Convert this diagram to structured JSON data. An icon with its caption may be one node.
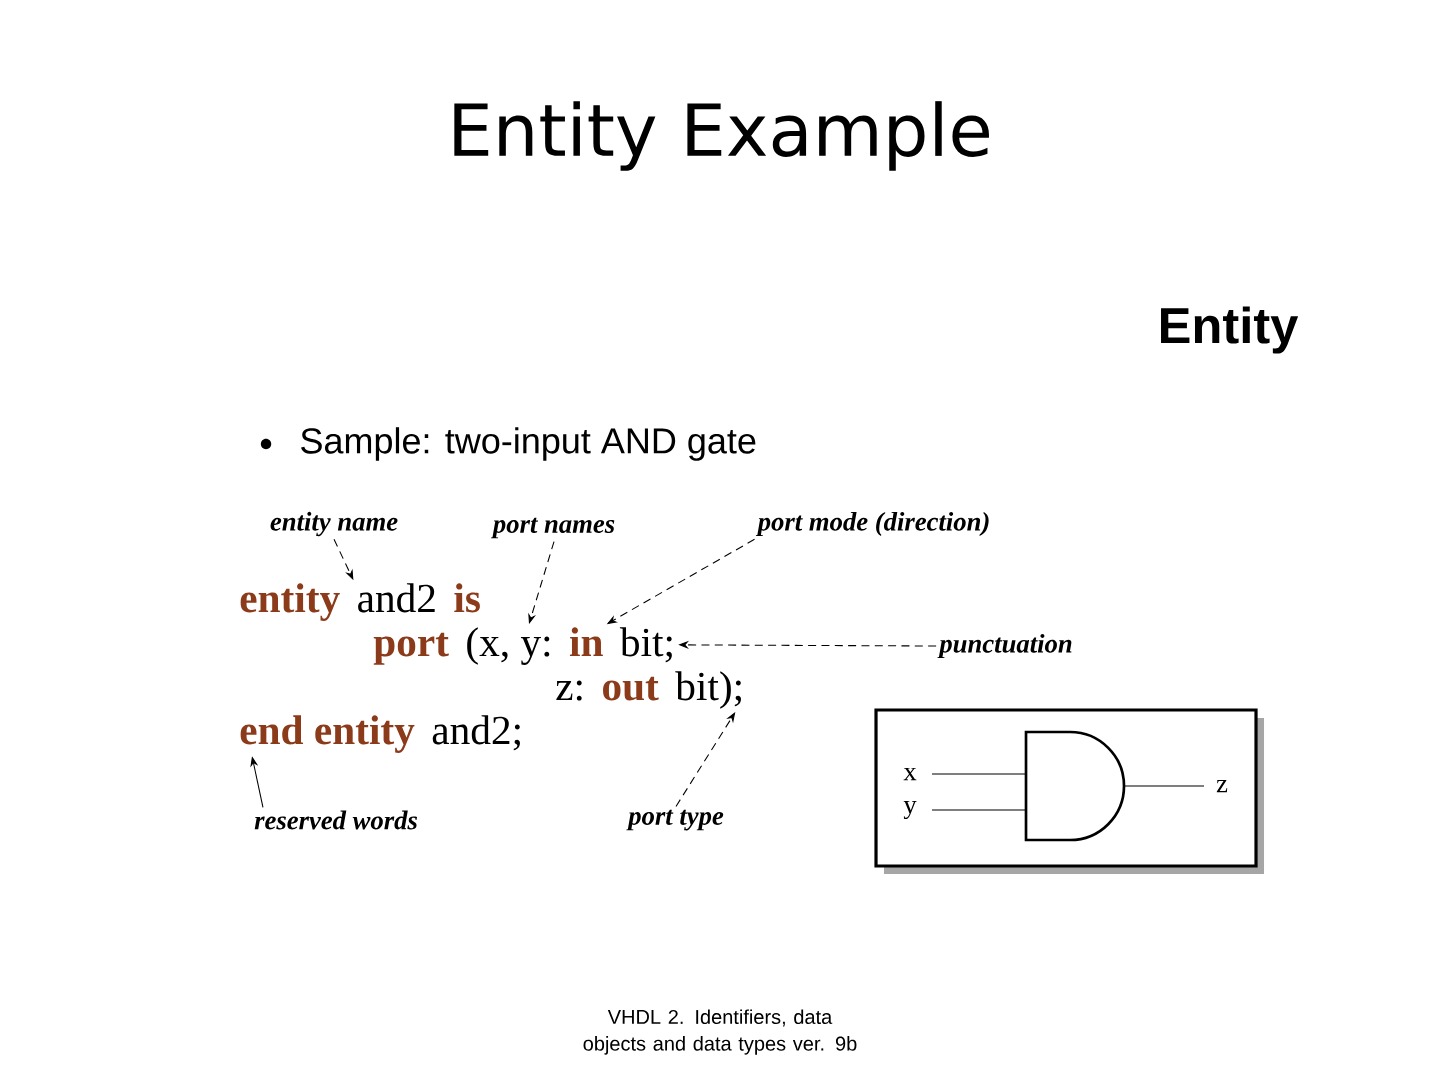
{
  "diagram": {
    "title": "Entity Example",
    "caption": "VHDL 2. Identifiers, data objects and data types ver. 9b",
    "nodes": [
      {
        "text": [
          "entity name"
        ]
      },
      {
        "text": [
          "port names"
        ]
      },
      {
        "text": [
          "port mode (direction)"
        ]
      },
      {
        "text": [
          "punctuation"
        ]
      },
      {
        "text": [
          "reserved words"
        ]
      },
      {
        "text": [
          "port type"
        ]
      },
      {
        "text": [
          "entity"
        ]
      },
      {
        "text": [
          "and2"
        ]
      },
      {
        "text": [
          "is"
        ]
      },
      {
        "text": [
          "port"
        ]
      },
      {
        "text": [
          "(x, y:"
        ]
      },
      {
        "text": [
          "in"
        ]
      },
      {
        "text": [
          "bit;"
        ]
      },
      {
        "text": [
          "z:"
        ]
      },
      {
        "text": [
          "out"
        ]
      },
      {
        "text": [
          "bit);"
        ]
      },
      {
        "text": [
          "end entity"
        ]
      },
      {
        "text": [
          "and2;"
        ]
      }
    ],
    "edges": [
      {
        "from": 0,
        "to": 7,
        "arrow": "to",
        "style": "dashed"
      },
      {
        "from": 1,
        "to": 10,
        "arrow": "to",
        "style": "dashed"
      },
      {
        "from": 2,
        "to": 11,
        "arrow": "to",
        "style": "dashed"
      },
      {
        "from": 3,
        "to": 12,
        "arrow": "to",
        "style": "dashed"
      },
      {
        "from": 4,
        "to": 16,
        "arrow": "to"
      },
      {
        "from": 5,
        "to": 15,
        "arrow": "to",
        "style": "dashed"
      }
    ],
    "labels": [
      "Entity",
      "Sample: two-input AND gate",
      "x",
      "y",
      "z"
    ]
  }
}
